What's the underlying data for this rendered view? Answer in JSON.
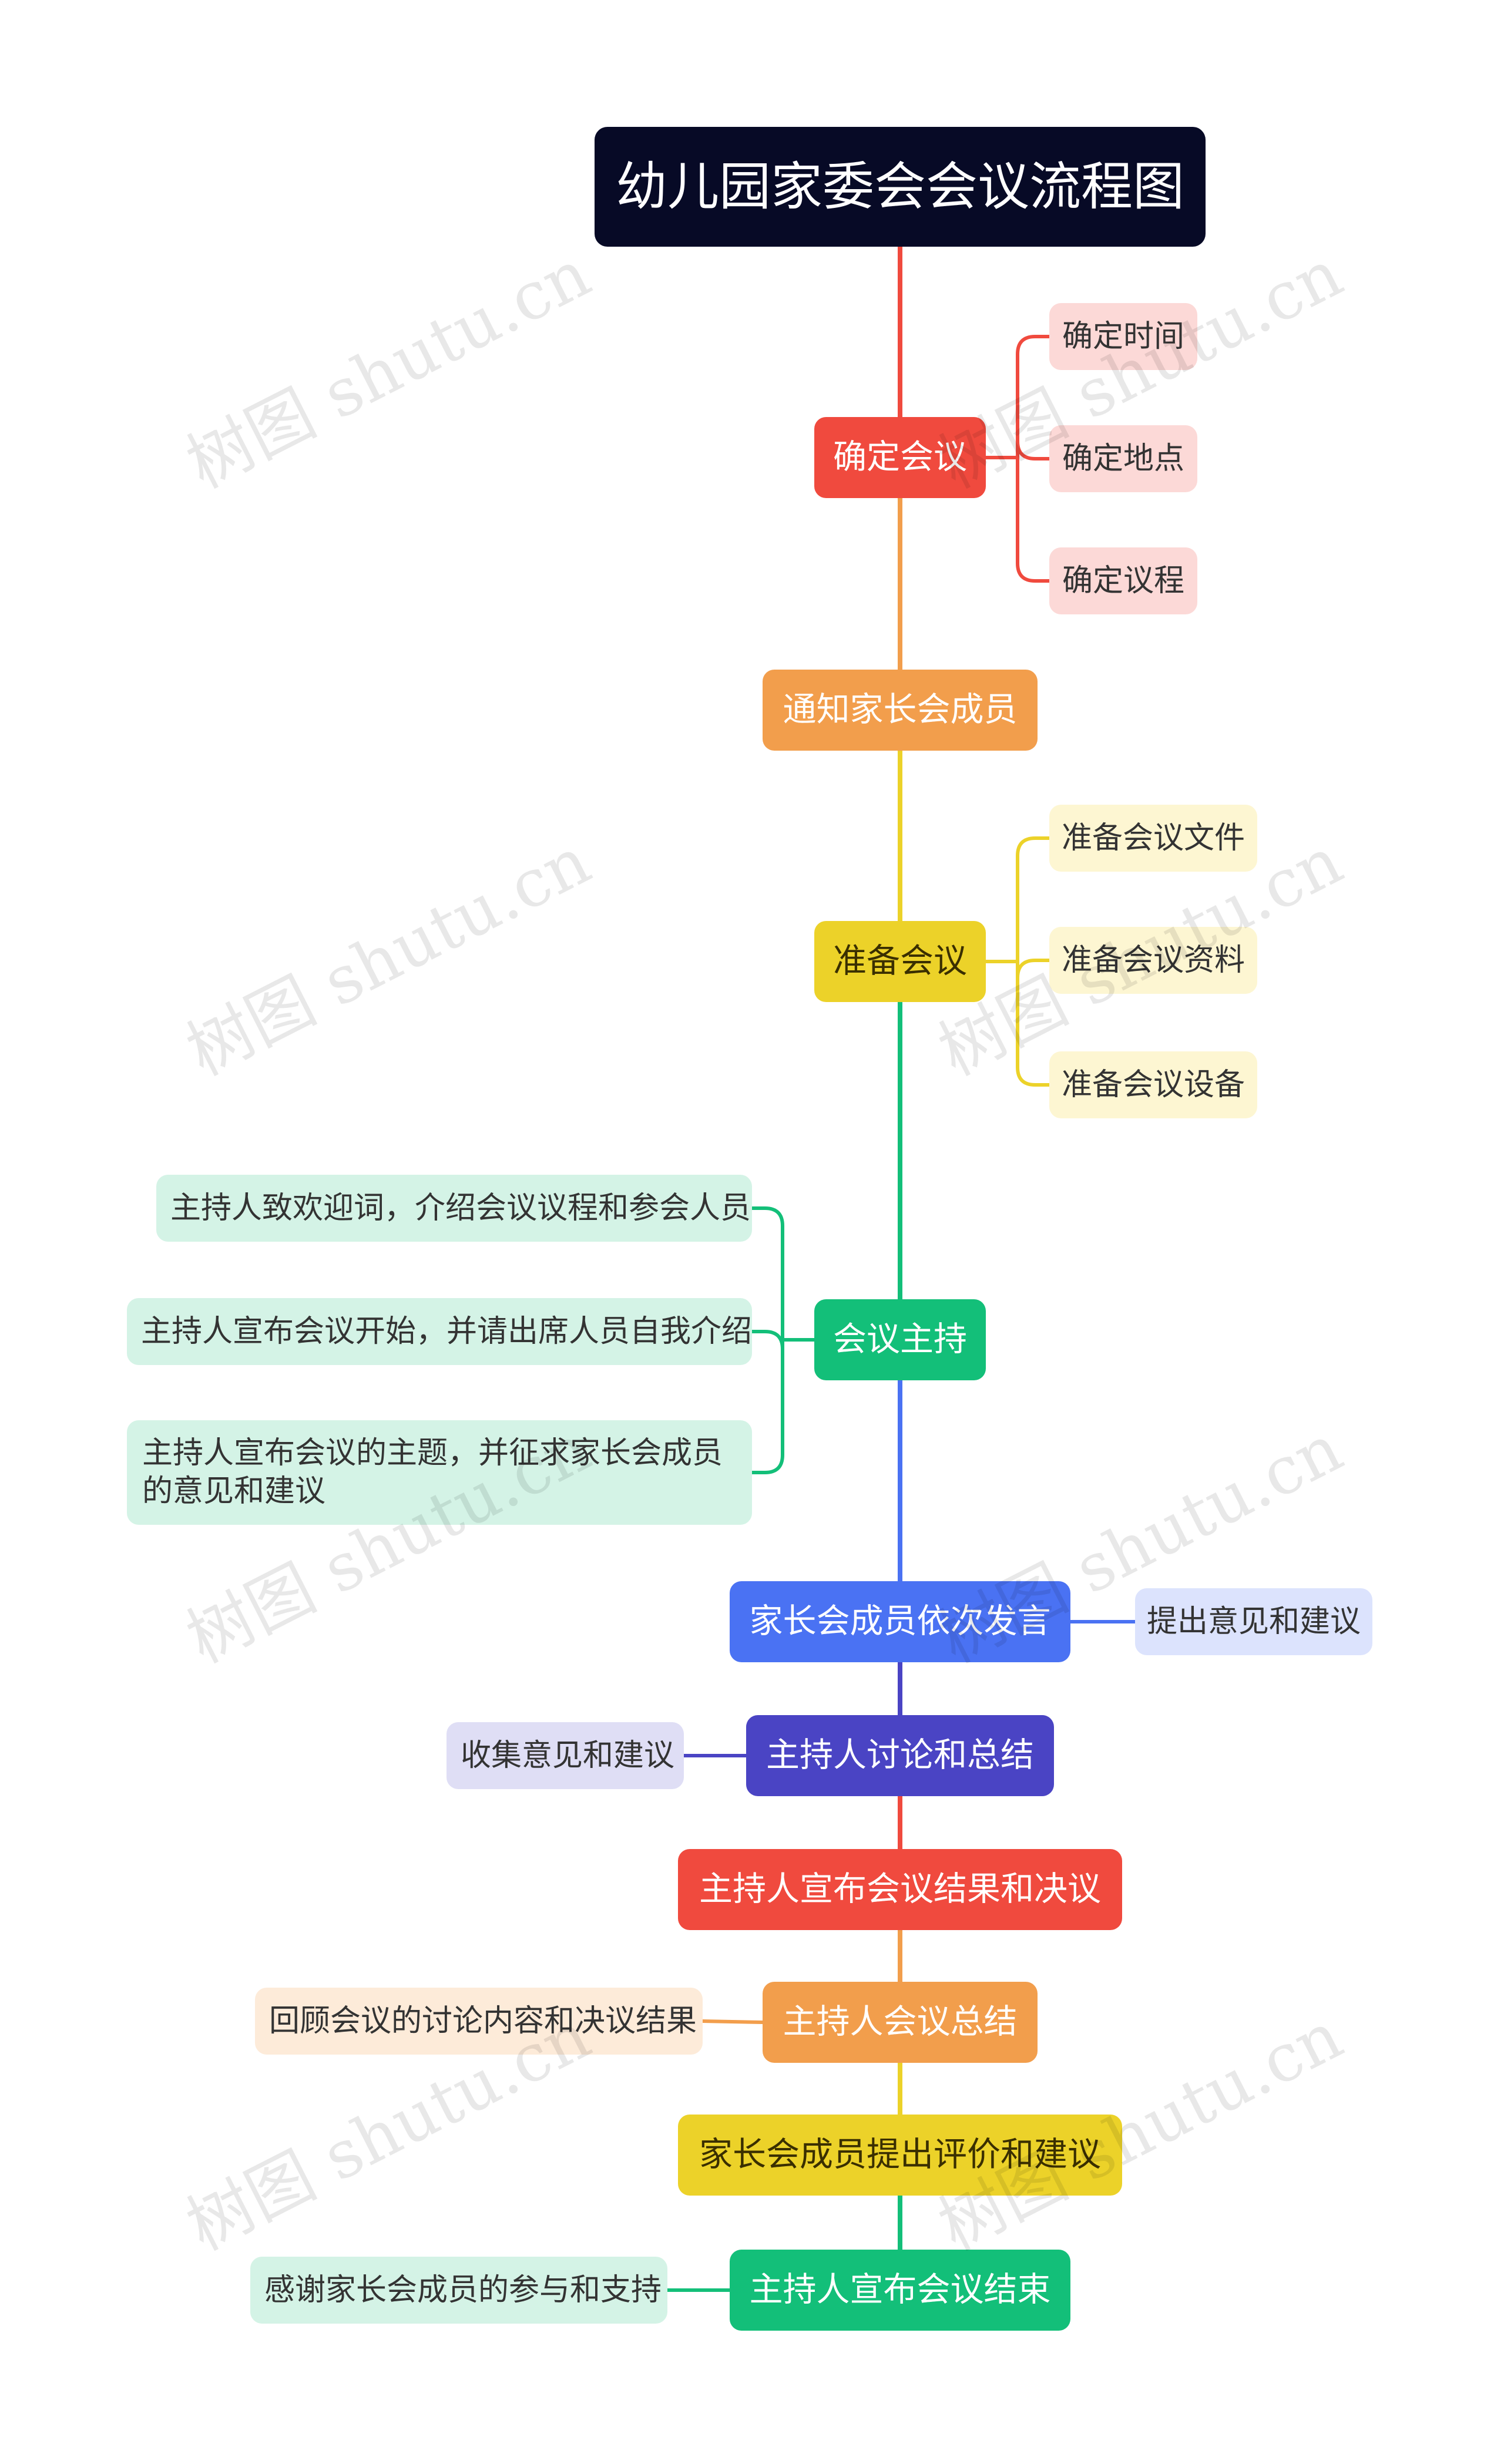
{
  "title": "幼儿园家委会会议流程图",
  "colors": {
    "root_bg": "#070a26",
    "red": "#f04a3e",
    "orange": "#f29e4c",
    "yellow": "#ecd229",
    "green": "#13bf79",
    "blue": "#4a72f3",
    "indigo": "#4a44c4",
    "red_light": "#fcd9d7",
    "yellow_light": "#fdf6d2",
    "green_light": "#d4f3e6",
    "blue_light": "#dce3fd",
    "indigo_light": "#dfdef5",
    "orange_light": "#fdebd9"
  },
  "nodes": [
    {
      "id": "meeting-determine",
      "label": "确定会议",
      "color": "red",
      "children_side": "right",
      "children": [
        "确定时间",
        "确定地点",
        "确定议程"
      ]
    },
    {
      "id": "notify-members",
      "label": "通知家长会成员",
      "color": "orange",
      "children": []
    },
    {
      "id": "prepare-meeting",
      "label": "准备会议",
      "color": "yellow",
      "children_side": "right",
      "children": [
        "准备会议文件",
        "准备会议资料",
        "准备会议设备"
      ]
    },
    {
      "id": "meeting-host",
      "label": "会议主持",
      "color": "green",
      "children_side": "left",
      "children": [
        "主持人致欢迎词，介绍会议议程和参会人员",
        "主持人宣布会议开始，并请出席人员自我介绍",
        "主持人宣布会议的主题，并征求家长会成员的意见和建议"
      ]
    },
    {
      "id": "members-speak",
      "label": "家长会成员依次发言",
      "color": "blue",
      "children_side": "right",
      "children": [
        "提出意见和建议"
      ]
    },
    {
      "id": "host-discuss",
      "label": "主持人讨论和总结",
      "color": "indigo",
      "children_side": "left",
      "children": [
        "收集意见和建议"
      ]
    },
    {
      "id": "announce-results",
      "label": "主持人宣布会议结果和决议",
      "color": "red",
      "children": []
    },
    {
      "id": "host-summary",
      "label": "主持人会议总结",
      "color": "orange",
      "children_side": "left",
      "children": [
        "回顾会议的讨论内容和决议结果"
      ]
    },
    {
      "id": "members-evaluate",
      "label": "家长会成员提出评价和建议",
      "color": "yellow",
      "children": []
    },
    {
      "id": "announce-end",
      "label": "主持人宣布会议结束",
      "color": "green",
      "children_side": "left",
      "children": [
        "感谢家长会成员的参与和支持"
      ]
    }
  ],
  "watermark": "树图 shutu.cn"
}
